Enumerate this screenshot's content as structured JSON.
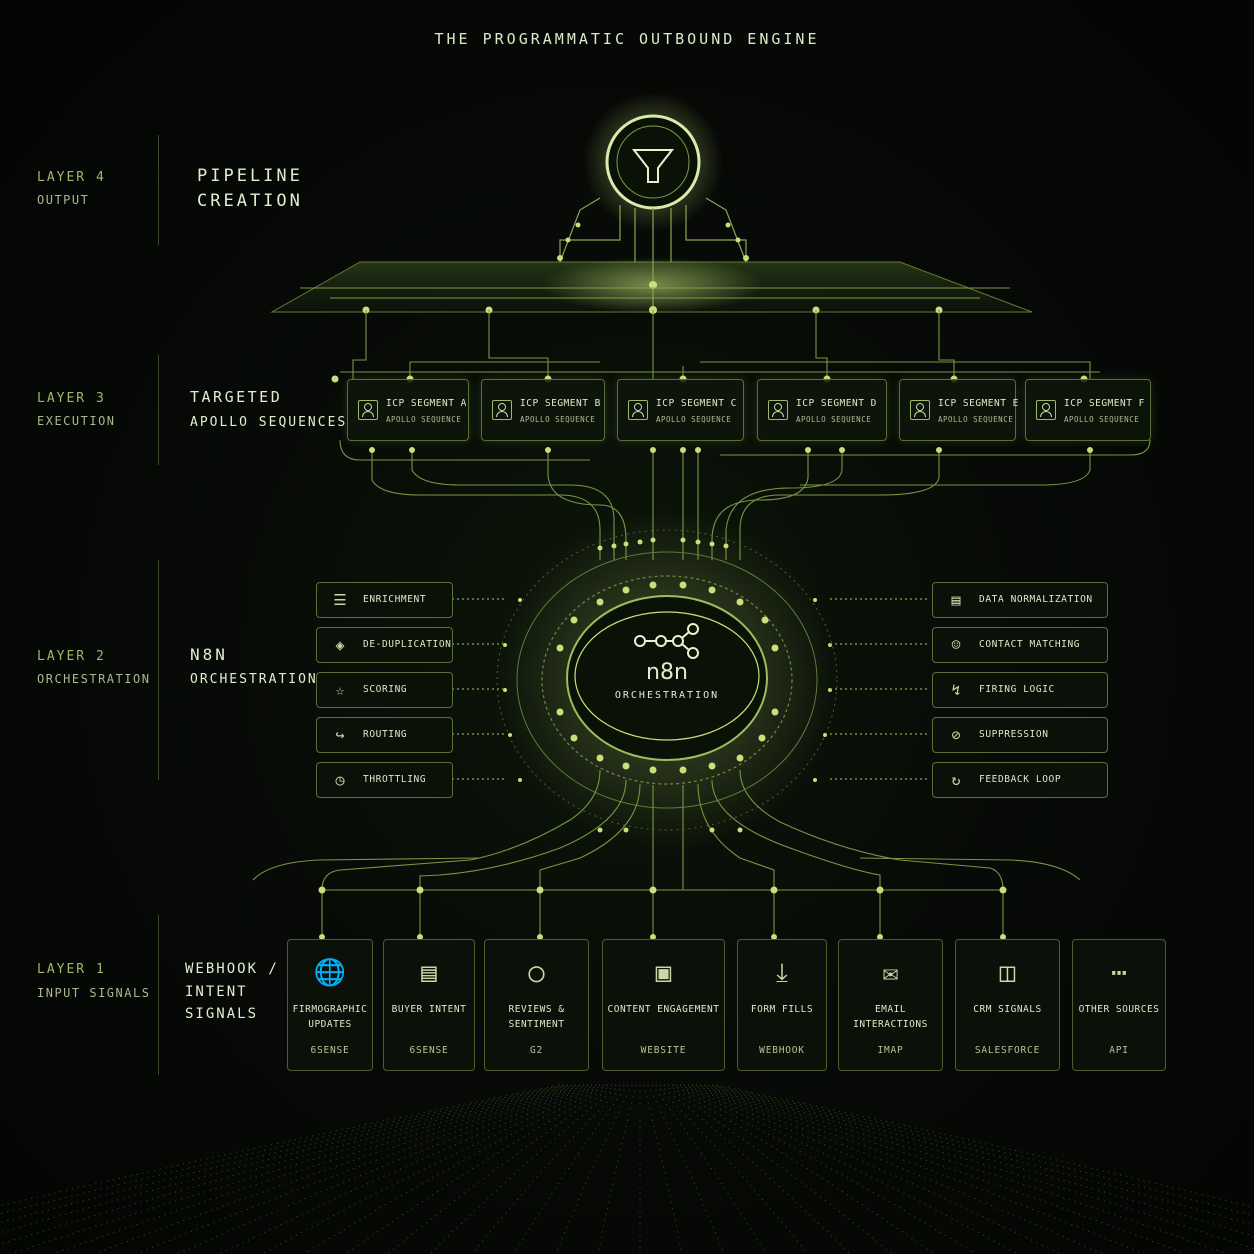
{
  "title": "THE PROGRAMMATIC OUTBOUND ENGINE",
  "layers": [
    {
      "tag": "LAYER 4",
      "sub": "OUTPUT",
      "name1": "PIPELINE",
      "name2": "CREATION"
    },
    {
      "tag": "LAYER 3",
      "sub": "EXECUTION",
      "name1": "TARGETED",
      "name2": "APOLLO SEQUENCES"
    },
    {
      "tag": "LAYER 2",
      "sub": "ORCHESTRATION",
      "name1": "N8N",
      "name2": "ORCHESTRATION"
    },
    {
      "tag": "LAYER 1",
      "sub": "INPUT SIGNALS",
      "name1": "WEBHOOK /",
      "name2": "INTENT",
      "name3": "SIGNALS"
    }
  ],
  "output_icon": "funnel-icon",
  "segments": [
    {
      "title": "ICP SEGMENT A",
      "subtitle": "APOLLO SEQUENCE",
      "icon": "person-icon"
    },
    {
      "title": "ICP SEGMENT B",
      "subtitle": "APOLLO SEQUENCE",
      "icon": "person-icon"
    },
    {
      "title": "ICP SEGMENT C",
      "subtitle": "APOLLO SEQUENCE",
      "icon": "person-icon"
    },
    {
      "title": "ICP SEGMENT D",
      "subtitle": "APOLLO SEQUENCE",
      "icon": "person-icon"
    },
    {
      "title": "ICP SEGMENT E",
      "subtitle": "APOLLO SEQUENCE",
      "icon": "person-icon"
    },
    {
      "title": "ICP SEGMENT F",
      "subtitle": "APOLLO SEQUENCE",
      "icon": "person-icon"
    }
  ],
  "hub": {
    "name": "n8n",
    "subtitle": "ORCHESTRATION",
    "icon": "n8n-logo-icon"
  },
  "left_functions": [
    {
      "label": "ENRICHMENT",
      "icon": "database-icon"
    },
    {
      "label": "DE-DUPLICATION",
      "icon": "layers-icon"
    },
    {
      "label": "SCORING",
      "icon": "star-icon"
    },
    {
      "label": "ROUTING",
      "icon": "route-icon"
    },
    {
      "label": "THROTTLING",
      "icon": "gauge-icon"
    }
  ],
  "right_functions": [
    {
      "label": "DATA NORMALIZATION",
      "icon": "list-icon"
    },
    {
      "label": "CONTACT MATCHING",
      "icon": "user-search-icon"
    },
    {
      "label": "FIRING LOGIC",
      "icon": "lightning-icon"
    },
    {
      "label": "SUPPRESSION",
      "icon": "block-icon"
    },
    {
      "label": "FEEDBACK LOOP",
      "icon": "refresh-icon"
    }
  ],
  "sources": [
    {
      "name": "FIRMOGRAPHIC UPDATES",
      "vendor": "6SENSE",
      "icon": "globe-icon"
    },
    {
      "name": "BUYER INTENT",
      "vendor": "6SENSE",
      "icon": "bar-trend-icon"
    },
    {
      "name": "REVIEWS & SENTIMENT",
      "vendor": "G2",
      "icon": "chat-bubble-icon"
    },
    {
      "name": "CONTENT ENGAGEMENT",
      "vendor": "WEBSITE",
      "icon": "browser-window-icon"
    },
    {
      "name": "FORM FILLS",
      "vendor": "WEBHOOK",
      "icon": "download-icon"
    },
    {
      "name": "EMAIL INTERACTIONS",
      "vendor": "IMAP",
      "icon": "envelope-icon"
    },
    {
      "name": "CRM SIGNALS",
      "vendor": "SALESFORCE",
      "icon": "crm-icon"
    },
    {
      "name": "OTHER SOURCES",
      "vendor": "API",
      "icon": "ellipsis-icon"
    }
  ],
  "colors": {
    "accent": "#c9e07a",
    "line": "#6f8a3e",
    "border": "#5b6f3a",
    "background": "#050705",
    "text": "#dfe8c8"
  }
}
